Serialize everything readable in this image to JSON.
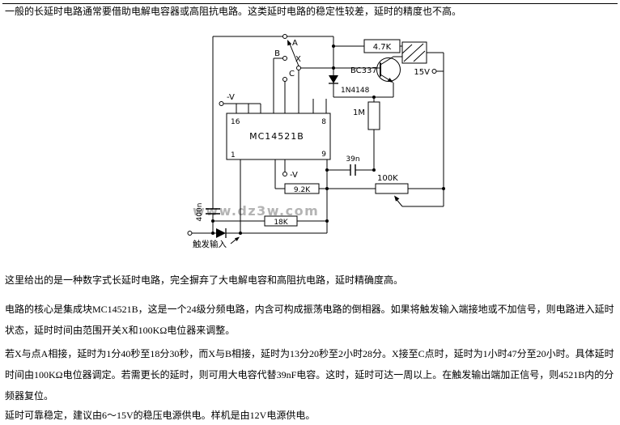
{
  "article": {
    "intro": "一般的长延时电路通常要借助电解电容器或高阻抗电路。这类延时电路的稳定性较差，延时的精度也不高。",
    "paragraphs": [
      "这里给出的是一种数字式长延时电路，完全摒弃了大电解电容和高阻抗电路，延时精确度高。",
      "电路的核心是集成块MC14521B，这是一个24级分频电路，内含可构成振荡电路的倒相器。如果将触发输入端接地或不加信号，则电路进入延时状态，延时时间由范围开关X和100KΩ电位器来调整。",
      "若X与点A相接，延时为1分40秒至18分30秒，而X与B相接，延时为13分20秒至2小时28分。X接至C点时，延时为1小时47分至20小时。具体延时时间由100KΩ电位器调定。若需更长的延时，则可用大电容代替39nF电容。这时，延时可达一周以上。在触发输出端加正信号，则4521B内的分频器复位。",
      "延时可靠稳定，建议由6～15V的稳压电源供电。样机是由12V电源供电。"
    ]
  },
  "circuit": {
    "watermark": "www.dz3w.com",
    "ic": {
      "label": "MC14521B",
      "pin_top_left": "16",
      "pin_top_right": "8",
      "pin_bottom_right": "9",
      "pin_bottom_left": "1"
    },
    "labels": {
      "r_base": "4.7K",
      "transistor": "BC337",
      "diode": "1N4148",
      "supply": "15V",
      "r_osc": "1M",
      "c_osc": "39n",
      "pot": "100K",
      "r_divider": "9.2K",
      "c_trigger": "400n",
      "r_trigger": "18K",
      "trigger_input": "触发输入",
      "v_neg_top": "-V",
      "v_neg_bottom": "-V",
      "contact_a": "A",
      "contact_b": "B",
      "contact_x": "X",
      "contact_c": "C"
    }
  },
  "colors": {
    "ink": "#000000",
    "watermark": "#b4b4b4"
  }
}
